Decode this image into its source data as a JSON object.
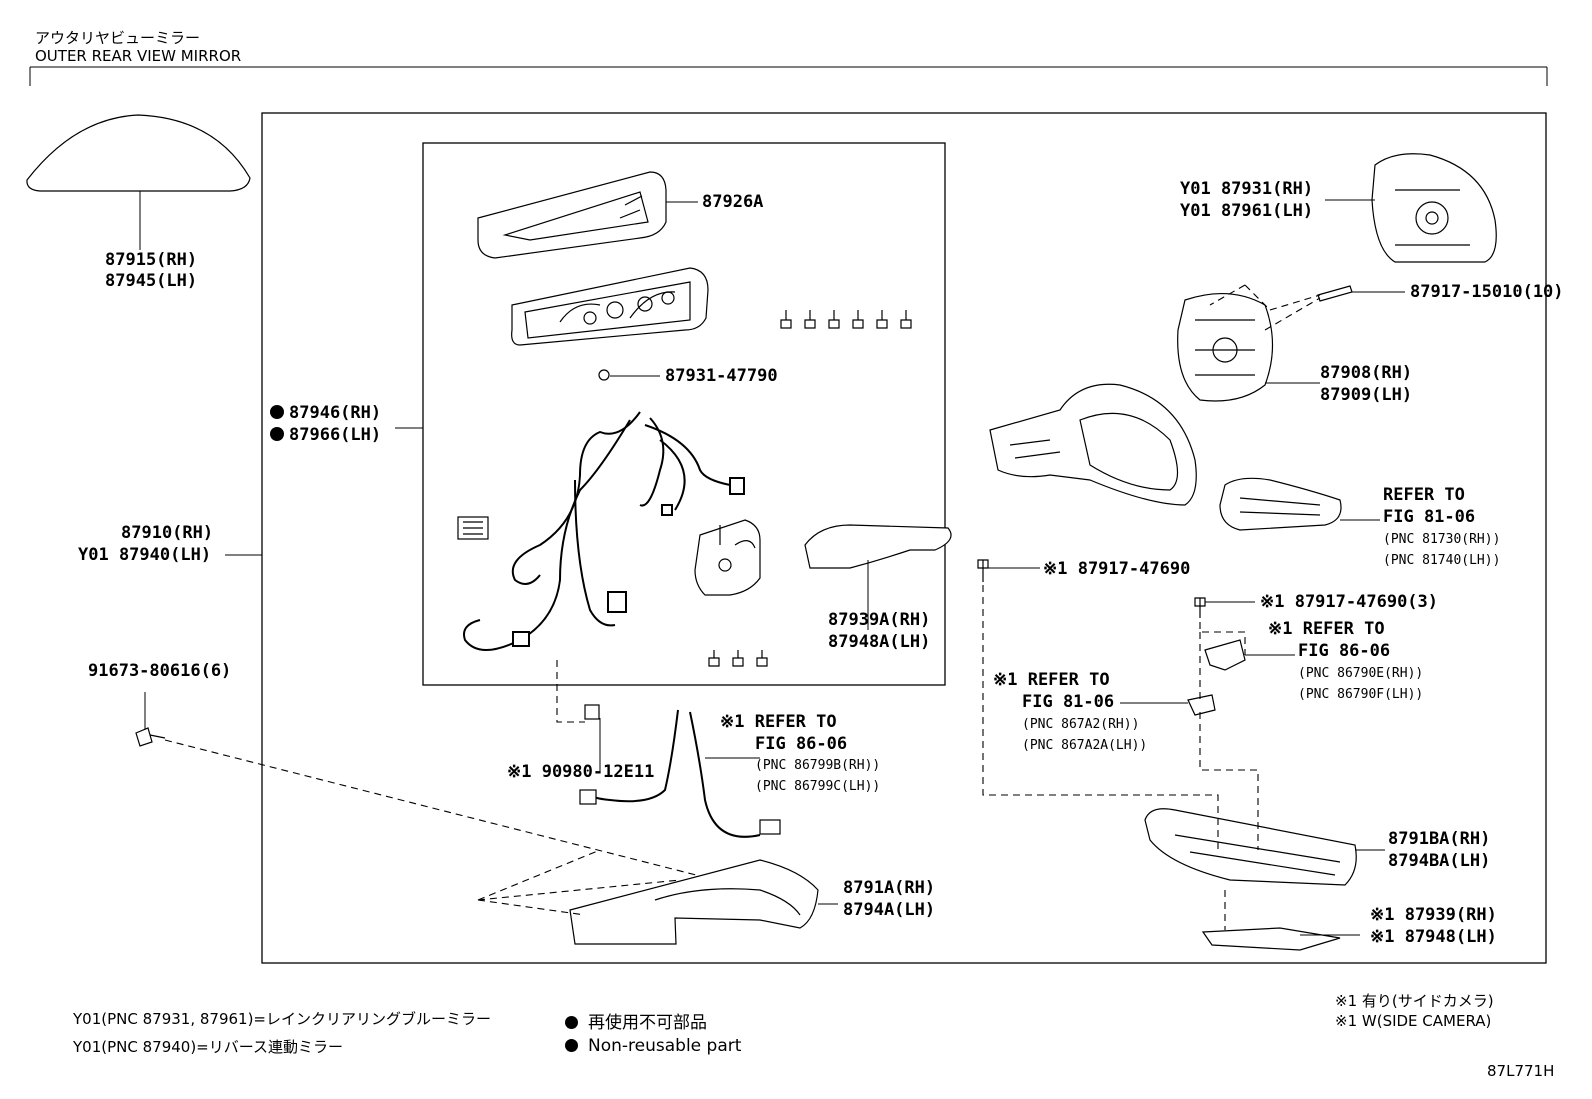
{
  "header": {
    "title_jp": "アウタリヤビューミラー",
    "title_en": "OUTER REAR VIEW MIRROR"
  },
  "parts": {
    "p87915": "87915(RH)",
    "p87945": "87945(LH)",
    "p87946": "87946(RH)",
    "p87966": "87966(LH)",
    "p87910": "87910(RH)",
    "p87940": "Y01 87940(LH)",
    "p91673": "91673-80616(6)",
    "p87926A": "87926A",
    "p87931_47790": "87931-47790",
    "p87939A": "87939A(RH)",
    "p87948A": "87948A(LH)",
    "p90980": "※1 90980-12E11",
    "ref86_06a_1": "※1 REFER TO",
    "ref86_06a_2": "FIG 86-06",
    "ref86_06a_3": "(PNC 86799B(RH))",
    "ref86_06a_4": "(PNC 86799C(LH))",
    "p8791A": "8791A(RH)",
    "p8794A": "8794A(LH)",
    "p87931": "Y01 87931(RH)",
    "p87961": "Y01 87961(LH)",
    "p87917_15010": "87917-15010(10)",
    "p87908": "87908(RH)",
    "p87909": "87909(LH)",
    "ref81_06a_1": "REFER TO",
    "ref81_06a_2": "FIG 81-06",
    "ref81_06a_3": "(PNC 81730(RH))",
    "ref81_06a_4": "(PNC 81740(LH))",
    "p87917_47690a": "※1 87917-47690",
    "p87917_47690b": "※1 87917-47690(3)",
    "ref86_06b_1": "※1 REFER TO",
    "ref86_06b_2": "FIG 86-06",
    "ref86_06b_3": "(PNC 86790E(RH))",
    "ref86_06b_4": "(PNC 86790F(LH))",
    "ref81_06b_1": "※1 REFER TO",
    "ref81_06b_2": "FIG 81-06",
    "ref81_06b_3": "(PNC 867A2(RH))",
    "ref81_06b_4": "(PNC 867A2A(LH))",
    "p8791BA": "8791BA(RH)",
    "p8794BA": "8794BA(LH)",
    "p87939": "※1 87939(RH)",
    "p87948": "※1 87948(LH)"
  },
  "footer": {
    "y01_line1": "Y01(PNC 87931, 87961)=レインクリアリングブルーミラー",
    "y01_line2": "Y01(PNC 87940)=リバース連動ミラー",
    "legend_jp": "再使用不可部品",
    "legend_en": "Non-reusable part",
    "note1_jp": "※1 有り(サイドカメラ)",
    "note1_en": "※1 W(SIDE CAMERA)",
    "fig_id": "87L771H"
  }
}
